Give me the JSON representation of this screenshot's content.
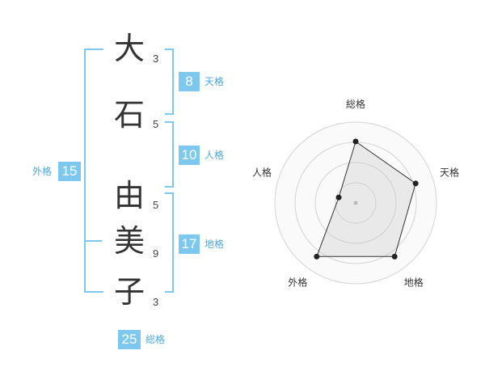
{
  "characters": [
    {
      "char": "大",
      "strokes": "3"
    },
    {
      "char": "石",
      "strokes": "5"
    },
    {
      "char": "由",
      "strokes": "5"
    },
    {
      "char": "美",
      "strokes": "9"
    },
    {
      "char": "子",
      "strokes": "3"
    }
  ],
  "kaku": {
    "tenkaku": {
      "value": "8",
      "label": "天格"
    },
    "jinkaku": {
      "value": "10",
      "label": "人格"
    },
    "chikaku": {
      "value": "17",
      "label": "地格"
    },
    "gaikaku": {
      "value": "15",
      "label": "外格"
    },
    "soukaku": {
      "value": "25",
      "label": "総格"
    }
  },
  "colors": {
    "accent": "#7ec8f0",
    "accent_text": "#4aa8e0"
  },
  "chart_data": {
    "type": "radar",
    "axes": [
      "総格",
      "天格",
      "地格",
      "外格",
      "人格"
    ],
    "rings": 4,
    "values": [
      0.76,
      0.78,
      0.82,
      0.82,
      0.22
    ]
  }
}
